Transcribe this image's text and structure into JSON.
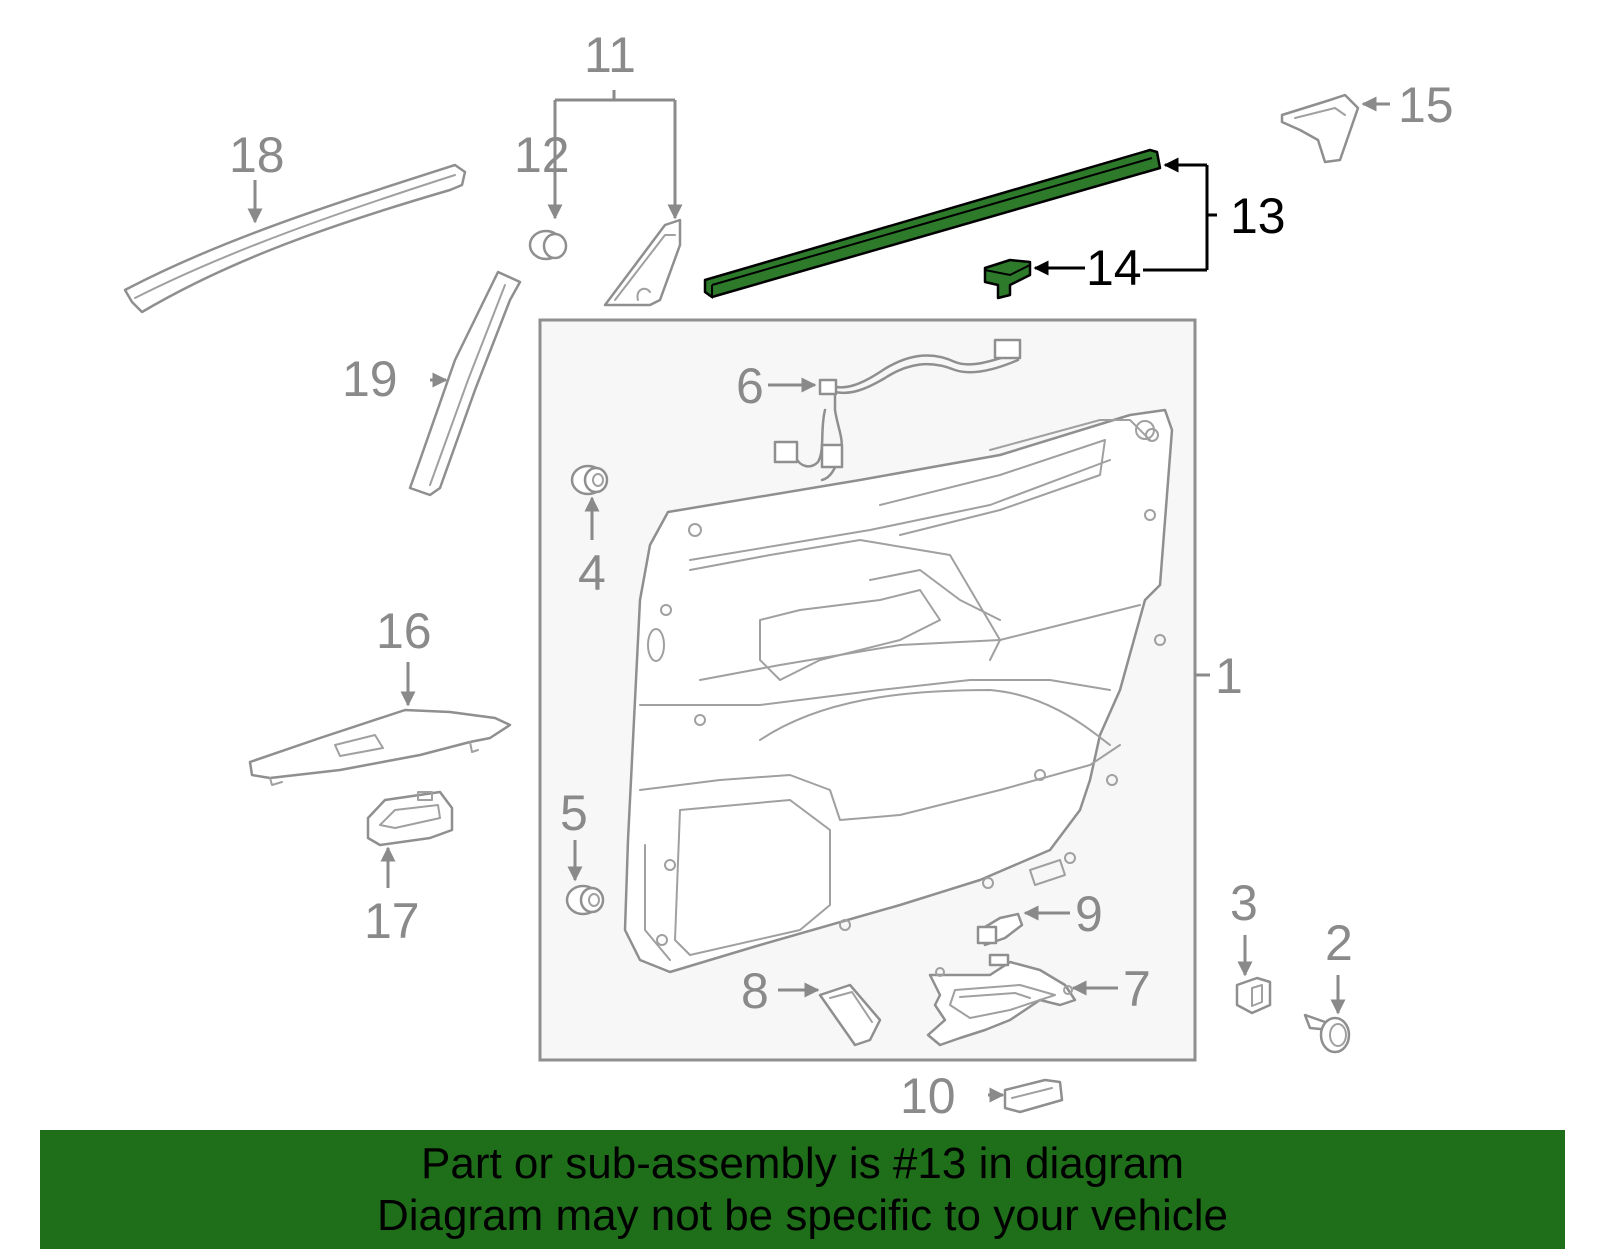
{
  "diagram": {
    "highlight_color": "#2d7a2b",
    "callouts": {
      "c1": "1",
      "c2": "2",
      "c3": "3",
      "c4": "4",
      "c5": "5",
      "c6": "6",
      "c7": "7",
      "c8": "8",
      "c9": "9",
      "c10": "10",
      "c11": "11",
      "c12": "12",
      "c13": "13",
      "c14": "14",
      "c15": "15",
      "c16": "16",
      "c17": "17",
      "c18": "18",
      "c19": "19"
    },
    "highlighted_parts": [
      "13",
      "14"
    ]
  },
  "footer": {
    "background_color": "#1e6e1a",
    "line1": "Part or sub-assembly is #13 in diagram",
    "line2": "Diagram may not be specific to your vehicle"
  }
}
